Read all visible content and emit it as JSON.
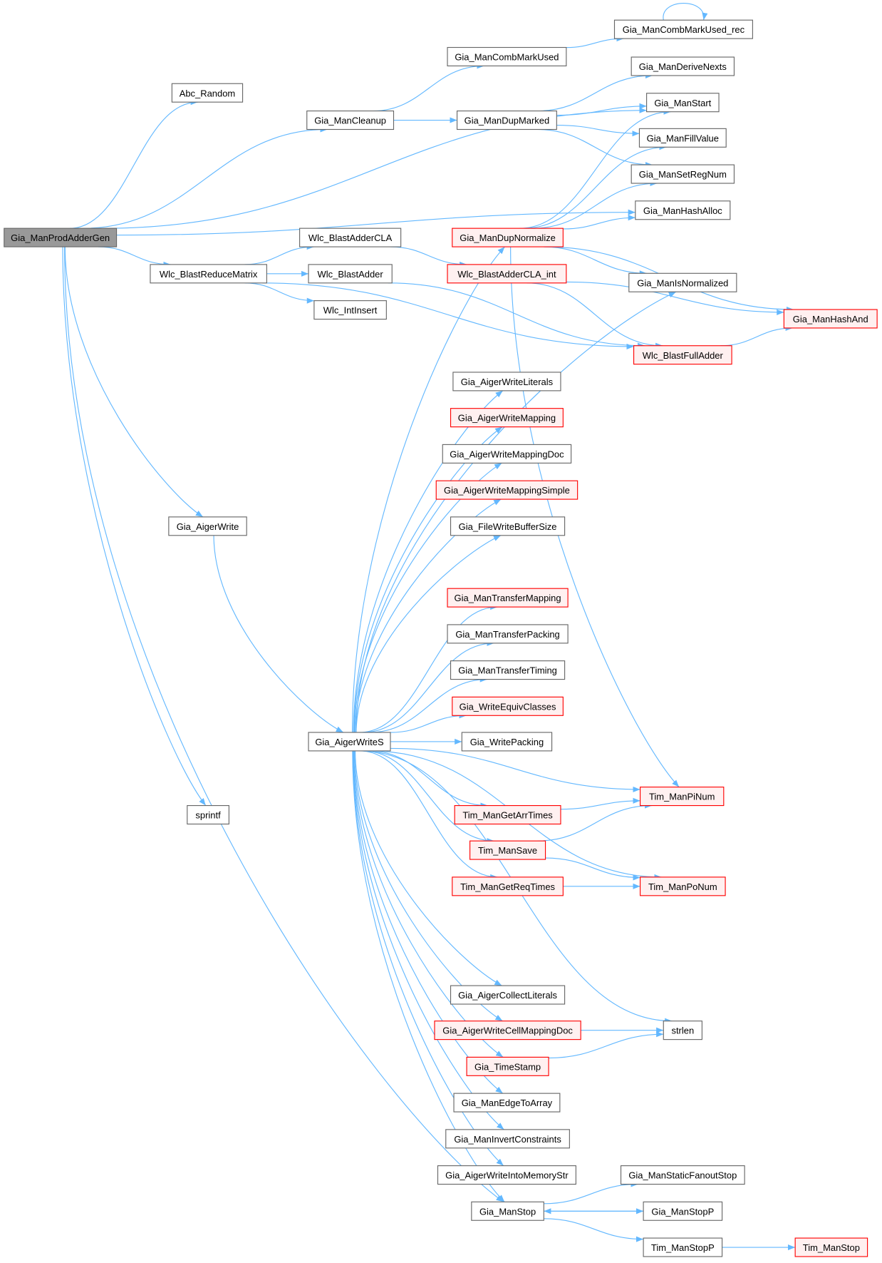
{
  "colors": {
    "edge": "#63b8ff",
    "node_border": "#666666",
    "node_fill": "#ffffff",
    "red_border": "#ff0000",
    "red_fill": "#fff0f0",
    "root_fill": "#999999"
  },
  "nodes": [
    {
      "id": "root",
      "label": "Gia_ManProdAdderGen",
      "style": "root"
    },
    {
      "id": "abc_random",
      "label": "Abc_Random",
      "style": "normal"
    },
    {
      "id": "cleanup",
      "label": "Gia_ManCleanup",
      "style": "normal"
    },
    {
      "id": "combmark",
      "label": "Gia_ManCombMarkUsed",
      "style": "normal"
    },
    {
      "id": "combmark_rec",
      "label": "Gia_ManCombMarkUsed_rec",
      "style": "normal"
    },
    {
      "id": "dupmarked",
      "label": "Gia_ManDupMarked",
      "style": "normal"
    },
    {
      "id": "derivenexts",
      "label": "Gia_ManDeriveNexts",
      "style": "normal"
    },
    {
      "id": "manstart",
      "label": "Gia_ManStart",
      "style": "normal"
    },
    {
      "id": "fillvalue",
      "label": "Gia_ManFillValue",
      "style": "normal"
    },
    {
      "id": "setregnum",
      "label": "Gia_ManSetRegNum",
      "style": "normal"
    },
    {
      "id": "hashalloc",
      "label": "Gia_ManHashAlloc",
      "style": "normal"
    },
    {
      "id": "dupnormalize",
      "label": "Gia_ManDupNormalize",
      "style": "red"
    },
    {
      "id": "addercla",
      "label": "Wlc_BlastAdderCLA",
      "style": "normal"
    },
    {
      "id": "reducematrix",
      "label": "Wlc_BlastReduceMatrix",
      "style": "normal"
    },
    {
      "id": "blastadder",
      "label": "Wlc_BlastAdder",
      "style": "normal"
    },
    {
      "id": "addercla_int",
      "label": "Wlc_BlastAdderCLA_int",
      "style": "red"
    },
    {
      "id": "isnormalized",
      "label": "Gia_ManIsNormalized",
      "style": "normal"
    },
    {
      "id": "hashand",
      "label": "Gia_ManHashAnd",
      "style": "red"
    },
    {
      "id": "intinsert",
      "label": "Wlc_IntInsert",
      "style": "normal"
    },
    {
      "id": "fulladder",
      "label": "Wlc_BlastFullAdder",
      "style": "red"
    },
    {
      "id": "writeliterals",
      "label": "Gia_AigerWriteLiterals",
      "style": "normal"
    },
    {
      "id": "writemapping",
      "label": "Gia_AigerWriteMapping",
      "style": "red"
    },
    {
      "id": "writemappingdoc",
      "label": "Gia_AigerWriteMappingDoc",
      "style": "normal"
    },
    {
      "id": "writemappingsimple",
      "label": "Gia_AigerWriteMappingSimple",
      "style": "red"
    },
    {
      "id": "filewritebuffersize",
      "label": "Gia_FileWriteBufferSize",
      "style": "normal"
    },
    {
      "id": "aigerwrite",
      "label": "Gia_AigerWrite",
      "style": "normal"
    },
    {
      "id": "transfermapping",
      "label": "Gia_ManTransferMapping",
      "style": "red"
    },
    {
      "id": "transferpacking",
      "label": "Gia_ManTransferPacking",
      "style": "normal"
    },
    {
      "id": "transfertiming",
      "label": "Gia_ManTransferTiming",
      "style": "normal"
    },
    {
      "id": "writeequiv",
      "label": "Gia_WriteEquivClasses",
      "style": "red"
    },
    {
      "id": "aigerwrites",
      "label": "Gia_AigerWriteS",
      "style": "normal"
    },
    {
      "id": "writepacking",
      "label": "Gia_WritePacking",
      "style": "normal"
    },
    {
      "id": "pinum",
      "label": "Tim_ManPiNum",
      "style": "red"
    },
    {
      "id": "sprintf",
      "label": "sprintf",
      "style": "normal"
    },
    {
      "id": "getarrtimes",
      "label": "Tim_ManGetArrTimes",
      "style": "red"
    },
    {
      "id": "timsave",
      "label": "Tim_ManSave",
      "style": "red"
    },
    {
      "id": "getreqtimes",
      "label": "Tim_ManGetReqTimes",
      "style": "red"
    },
    {
      "id": "ponum",
      "label": "Tim_ManPoNum",
      "style": "red"
    },
    {
      "id": "collectliterals",
      "label": "Gia_AigerCollectLiterals",
      "style": "normal"
    },
    {
      "id": "strlen",
      "label": "strlen",
      "style": "normal"
    },
    {
      "id": "cellmappingdoc",
      "label": "Gia_AigerWriteCellMappingDoc",
      "style": "red"
    },
    {
      "id": "timestamp",
      "label": "Gia_TimeStamp",
      "style": "red"
    },
    {
      "id": "edgetoarray",
      "label": "Gia_ManEdgeToArray",
      "style": "normal"
    },
    {
      "id": "invertconstraints",
      "label": "Gia_ManInvertConstraints",
      "style": "normal"
    },
    {
      "id": "intomemorystr",
      "label": "Gia_AigerWriteIntoMemoryStr",
      "style": "normal"
    },
    {
      "id": "staticfanoutstop",
      "label": "Gia_ManStaticFanoutStop",
      "style": "normal"
    },
    {
      "id": "manstop",
      "label": "Gia_ManStop",
      "style": "normal"
    },
    {
      "id": "manstopp",
      "label": "Gia_ManStopP",
      "style": "normal"
    },
    {
      "id": "timstopp",
      "label": "Tim_ManStopP",
      "style": "normal"
    },
    {
      "id": "timstop",
      "label": "Tim_ManStop",
      "style": "red"
    }
  ],
  "edges": [
    [
      "root",
      "abc_random"
    ],
    [
      "root",
      "cleanup"
    ],
    [
      "root",
      "manstart"
    ],
    [
      "root",
      "hashalloc"
    ],
    [
      "root",
      "reducematrix"
    ],
    [
      "root",
      "aigerwrite"
    ],
    [
      "root",
      "sprintf"
    ],
    [
      "root",
      "manstop"
    ],
    [
      "cleanup",
      "combmark"
    ],
    [
      "cleanup",
      "dupmarked"
    ],
    [
      "combmark",
      "combmark_rec"
    ],
    [
      "combmark_rec",
      "combmark_rec"
    ],
    [
      "dupmarked",
      "derivenexts"
    ],
    [
      "dupmarked",
      "manstart"
    ],
    [
      "dupmarked",
      "fillvalue"
    ],
    [
      "dupmarked",
      "setregnum"
    ],
    [
      "dupnormalize",
      "manstart"
    ],
    [
      "dupnormalize",
      "fillvalue"
    ],
    [
      "dupnormalize",
      "setregnum"
    ],
    [
      "dupnormalize",
      "hashalloc"
    ],
    [
      "dupnormalize",
      "isnormalized"
    ],
    [
      "dupnormalize",
      "hashand"
    ],
    [
      "dupnormalize",
      "pinum"
    ],
    [
      "reducematrix",
      "addercla"
    ],
    [
      "reducematrix",
      "blastadder"
    ],
    [
      "reducematrix",
      "intinsert"
    ],
    [
      "reducematrix",
      "fulladder"
    ],
    [
      "addercla",
      "addercla_int"
    ],
    [
      "blastadder",
      "fulladder"
    ],
    [
      "addercla_int",
      "hashand"
    ],
    [
      "addercla_int",
      "fulladder"
    ],
    [
      "fulladder",
      "hashand"
    ],
    [
      "aigerwrite",
      "aigerwrites"
    ],
    [
      "aigerwrites",
      "dupnormalize"
    ],
    [
      "aigerwrites",
      "isnormalized"
    ],
    [
      "aigerwrites",
      "writeliterals"
    ],
    [
      "aigerwrites",
      "writemapping"
    ],
    [
      "aigerwrites",
      "writemappingdoc"
    ],
    [
      "aigerwrites",
      "writemappingsimple"
    ],
    [
      "aigerwrites",
      "filewritebuffersize"
    ],
    [
      "aigerwrites",
      "transfermapping"
    ],
    [
      "aigerwrites",
      "transferpacking"
    ],
    [
      "aigerwrites",
      "transfertiming"
    ],
    [
      "aigerwrites",
      "writeequiv"
    ],
    [
      "aigerwrites",
      "writepacking"
    ],
    [
      "aigerwrites",
      "pinum"
    ],
    [
      "aigerwrites",
      "getarrtimes"
    ],
    [
      "aigerwrites",
      "timsave"
    ],
    [
      "aigerwrites",
      "getreqtimes"
    ],
    [
      "aigerwrites",
      "ponum"
    ],
    [
      "aigerwrites",
      "strlen"
    ],
    [
      "aigerwrites",
      "collectliterals"
    ],
    [
      "aigerwrites",
      "cellmappingdoc"
    ],
    [
      "aigerwrites",
      "timestamp"
    ],
    [
      "aigerwrites",
      "edgetoarray"
    ],
    [
      "aigerwrites",
      "invertconstraints"
    ],
    [
      "aigerwrites",
      "intomemorystr"
    ],
    [
      "aigerwrites",
      "manstop"
    ],
    [
      "getarrtimes",
      "pinum"
    ],
    [
      "timsave",
      "pinum"
    ],
    [
      "timsave",
      "ponum"
    ],
    [
      "getreqtimes",
      "ponum"
    ],
    [
      "cellmappingdoc",
      "strlen"
    ],
    [
      "timestamp",
      "strlen"
    ],
    [
      "manstop",
      "staticfanoutstop"
    ],
    [
      "manstop",
      "manstopp"
    ],
    [
      "manstop",
      "timstopp"
    ],
    [
      "manstopp",
      "manstop"
    ],
    [
      "timstopp",
      "timstop"
    ]
  ]
}
